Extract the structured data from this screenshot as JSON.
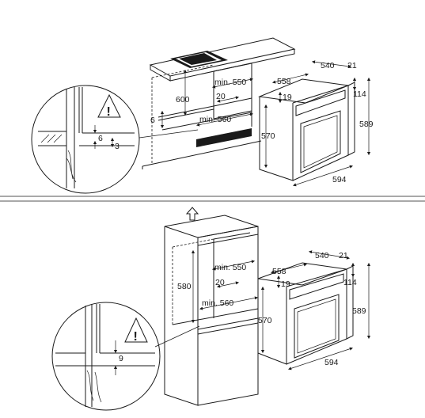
{
  "dims": {
    "niche_height": "600",
    "niche_height_tall": "580",
    "niche_depth": "min. 550",
    "gap": "20",
    "niche_width": "min. 560",
    "side_gap": "6",
    "oven_width_top": "558",
    "oven_depth": "540",
    "front_panel": "21",
    "top_offset": "19",
    "oven_body_height": "570",
    "panel_height": "114",
    "oven_height": "589",
    "oven_width_front": "594",
    "detail_gap": "6",
    "detail_thickness": "3",
    "detail_gap_bottom": "9"
  },
  "warning": {
    "mark": "!"
  },
  "colors": {
    "line": "#1a1a1a",
    "background": "#ffffff"
  }
}
